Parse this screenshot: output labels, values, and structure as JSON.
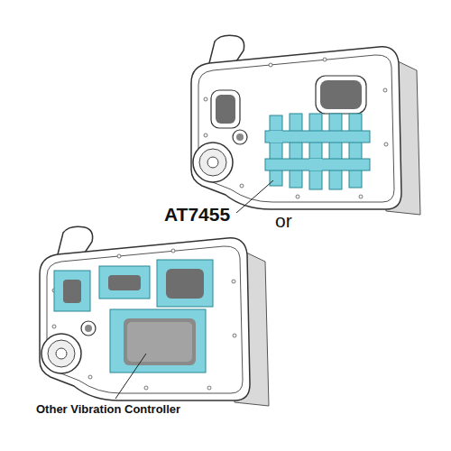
{
  "diagram": {
    "labels": [
      "AT7455",
      "or",
      "Other Vibration Controller"
    ]
  }
}
